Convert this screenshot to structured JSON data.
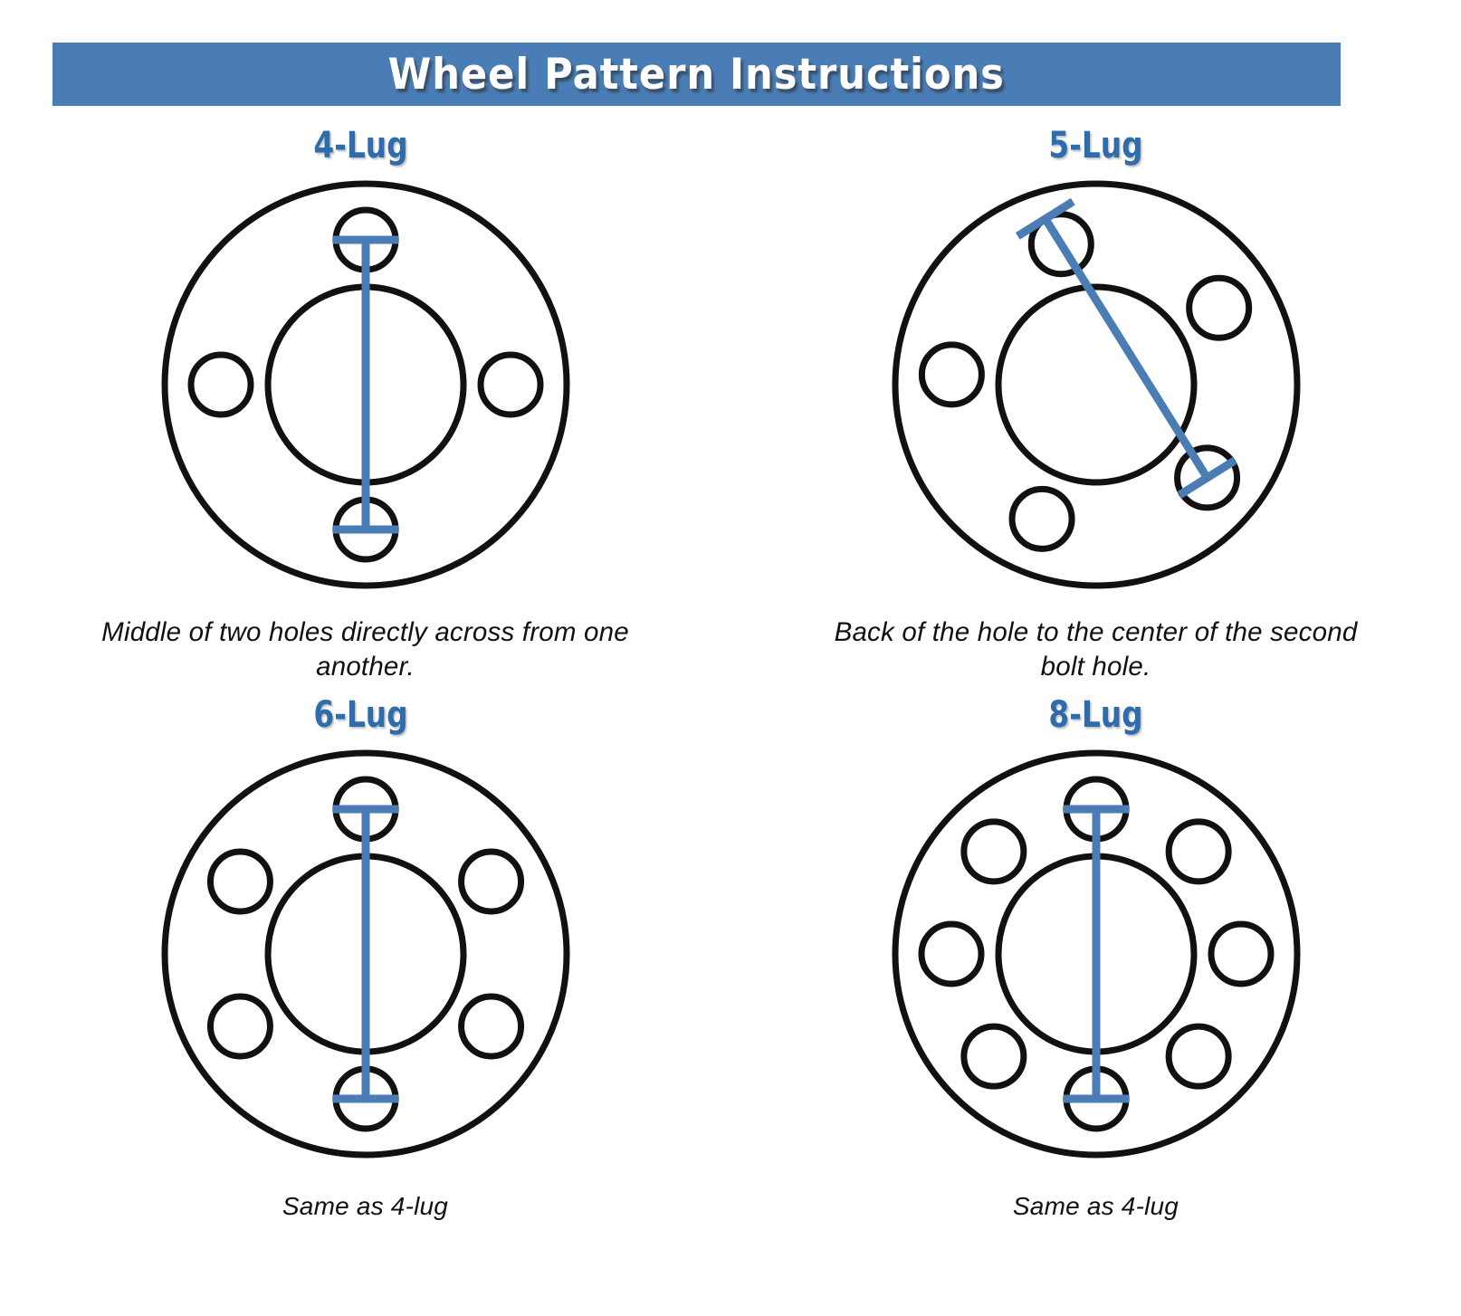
{
  "banner": {
    "title": "Wheel Pattern Instructions",
    "background_color": "#4a7db5",
    "text_color": "#ffffff"
  },
  "colors": {
    "accent_blue": "#4a7db5",
    "label_blue": "#2f6cac",
    "outline_black": "#111111",
    "page_background": "#ffffff"
  },
  "panels": [
    {
      "id": "four-lug",
      "label": "4-Lug",
      "caption": "Middle of two holes directly across from one another.",
      "lug_count": 4,
      "hole_angles_deg": [
        90,
        0,
        270,
        180
      ],
      "measure": {
        "type": "vertical",
        "from": "top-hole-center",
        "to": "bottom-hole-center",
        "cap_style": "T-bar both ends"
      }
    },
    {
      "id": "five-lug",
      "label": "5-Lug",
      "caption": "Back of the hole to the center of the second bolt hole.",
      "lug_count": 5,
      "hole_angles_deg": [
        104,
        32,
        320,
        248,
        176
      ],
      "measure": {
        "type": "diagonal",
        "from": "back-of-top-hole",
        "to": "second-bolt-hole-center",
        "cap_style": "T-bar both ends"
      }
    },
    {
      "id": "six-lug",
      "label": "6-Lug",
      "caption": "Same as 4-lug",
      "lug_count": 6,
      "hole_angles_deg": [
        90,
        30,
        330,
        270,
        210,
        150
      ],
      "measure": {
        "type": "vertical",
        "from": "top-hole-center",
        "to": "bottom-hole-center",
        "cap_style": "T-bar both ends"
      }
    },
    {
      "id": "eight-lug",
      "label": "8-Lug",
      "caption": "Same as 4-lug",
      "lug_count": 8,
      "hole_angles_deg": [
        90,
        45,
        0,
        315,
        270,
        225,
        180,
        135
      ],
      "measure": {
        "type": "vertical",
        "from": "top-hole-center",
        "to": "bottom-hole-center",
        "cap_style": "T-bar both ends"
      }
    }
  ],
  "geometry": {
    "outer_radius": 222,
    "hub_radius": 108,
    "bolt_circle_radius": 160,
    "hole_radius": 33,
    "outline_width": 7,
    "measure_line_width": 9,
    "cap_half_length": 36
  }
}
